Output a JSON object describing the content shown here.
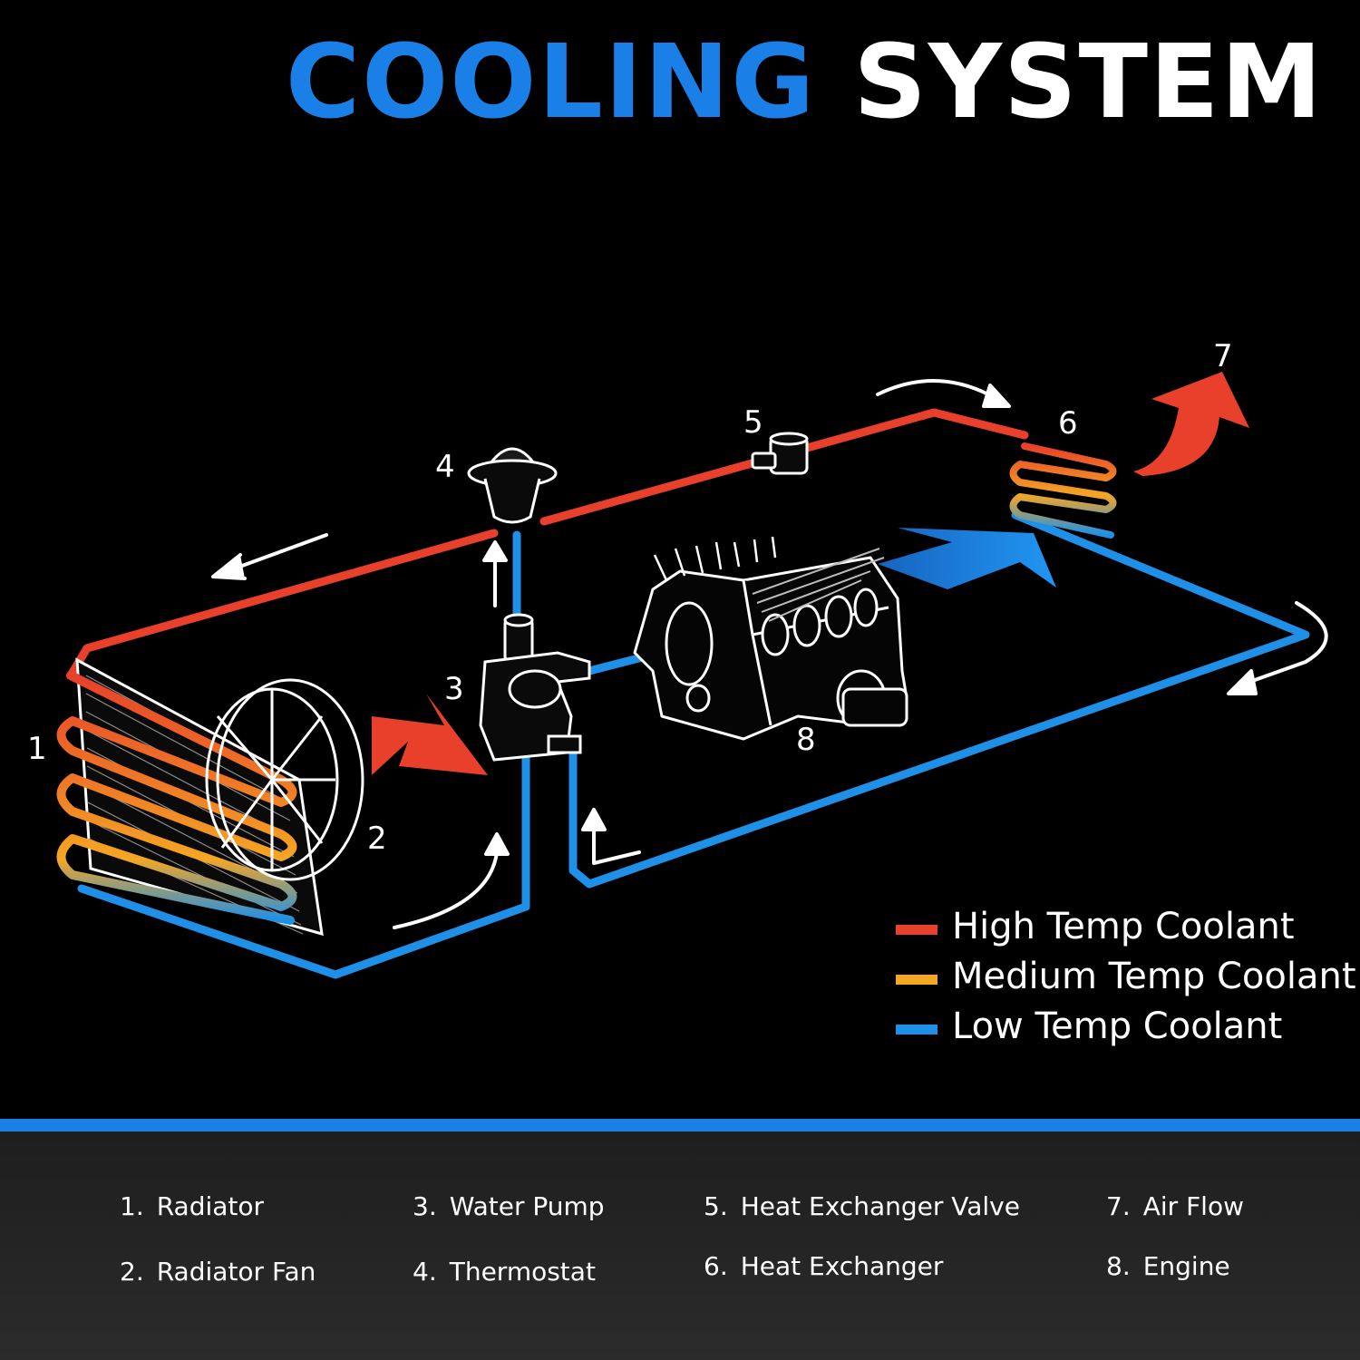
{
  "title": {
    "part1": "COOLING",
    "part2": "SYSTEM"
  },
  "colors": {
    "accent_blue": "#1a7fe6",
    "high": "#e8402a",
    "medium": "#f5a623",
    "low": "#1e90e8"
  },
  "callouts": [
    "1",
    "2",
    "3",
    "4",
    "5",
    "6",
    "7",
    "8"
  ],
  "legend": [
    {
      "label": "High Temp Coolant",
      "color": "#e8402a"
    },
    {
      "label": "Medium Temp Coolant",
      "color": "#f5a623"
    },
    {
      "label": "Low Temp Coolant",
      "color": "#1e90e8"
    }
  ],
  "key": [
    {
      "num": "1.",
      "label": "Radiator"
    },
    {
      "num": "2.",
      "label": "Radiator Fan"
    },
    {
      "num": "3.",
      "label": "Water Pump"
    },
    {
      "num": "4.",
      "label": "Thermostat"
    },
    {
      "num": "5.",
      "label": "Heat Exchanger Valve"
    },
    {
      "num": "6.",
      "label": "Heat Exchanger"
    },
    {
      "num": "7.",
      "label": "Air Flow"
    },
    {
      "num": "8.",
      "label": "Engine"
    }
  ]
}
